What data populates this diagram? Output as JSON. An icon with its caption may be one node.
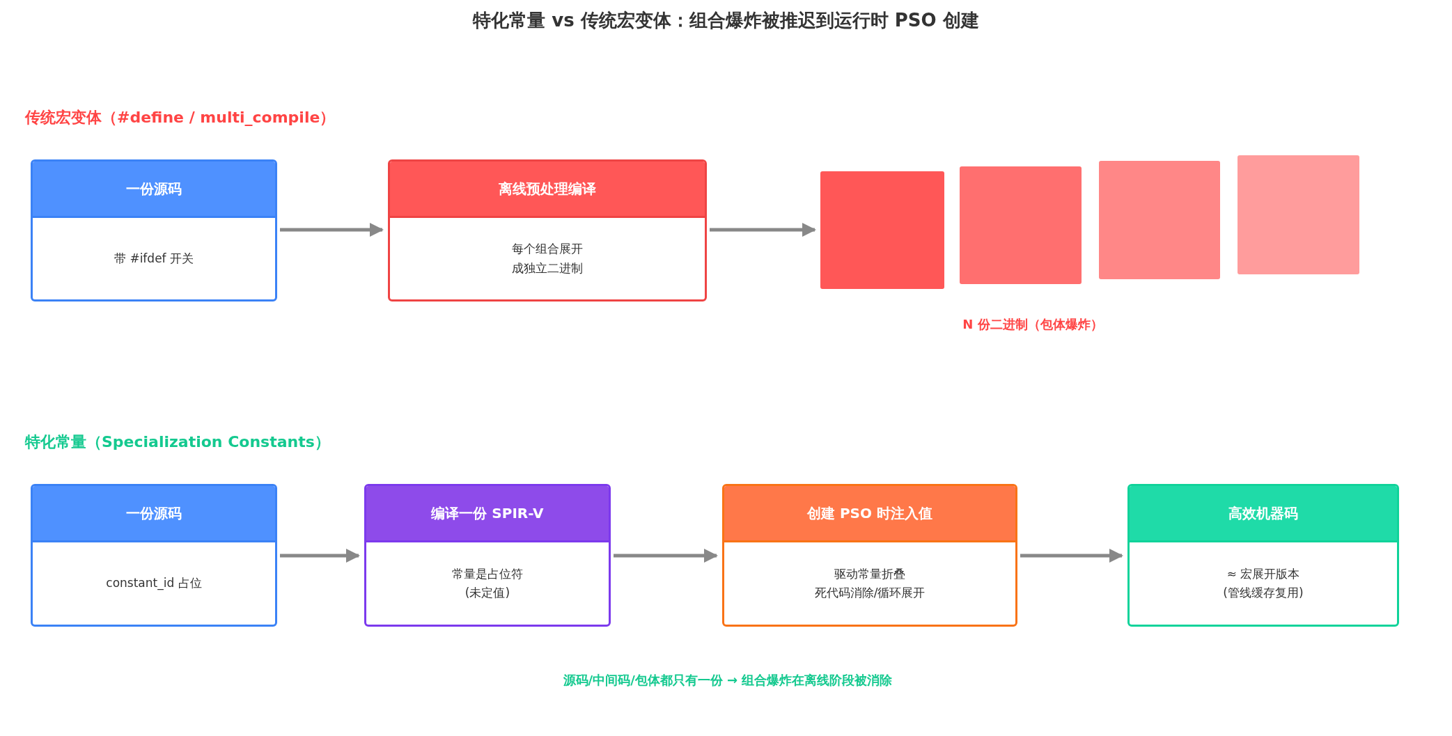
{
  "diagram": {
    "title": "特化常量 vs 传统宏变体：组合爆炸被推迟到运行时 PSO 创建",
    "nodes": [
      {
        "text": [
          "一份源码",
          "带 #ifdef 开关"
        ]
      },
      {
        "text": [
          "离线预处理编译",
          "每个组合展开成独立二进制"
        ]
      },
      {
        "text": [],
        "shape": "box"
      },
      {
        "text": [],
        "shape": "box"
      },
      {
        "text": [],
        "shape": "box"
      },
      {
        "text": [],
        "shape": "box"
      },
      {
        "text": [
          "一份源码",
          "constant_id 占位"
        ]
      },
      {
        "text": [
          "编译一份 SPIR-V",
          "常量是占位符 (未定值)"
        ]
      },
      {
        "text": [
          "创建 PSO 时注入值",
          "驱动常量折叠死代码消除/循环展开"
        ]
      },
      {
        "text": [
          "高效机器码",
          "≈ 宏展开版本 (管线缓存复用)"
        ]
      }
    ],
    "edges": [
      {
        "from": 0,
        "to": 1,
        "arrow": "to"
      },
      {
        "from": 1,
        "to": 2,
        "arrow": "to"
      },
      {
        "from": 6,
        "to": 7,
        "arrow": "to"
      },
      {
        "from": 7,
        "to": 8,
        "arrow": "to"
      },
      {
        "from": 8,
        "to": 9,
        "arrow": "to"
      }
    ],
    "labels": [
      "传统宏变体（#define / multi_compile）",
      "N 份二进制（包体爆炸）",
      "特化常量（Specialization Constants）",
      "源码/中间码/包体都只有一份 → 组合爆炸在离线阶段被消除"
    ]
  }
}
